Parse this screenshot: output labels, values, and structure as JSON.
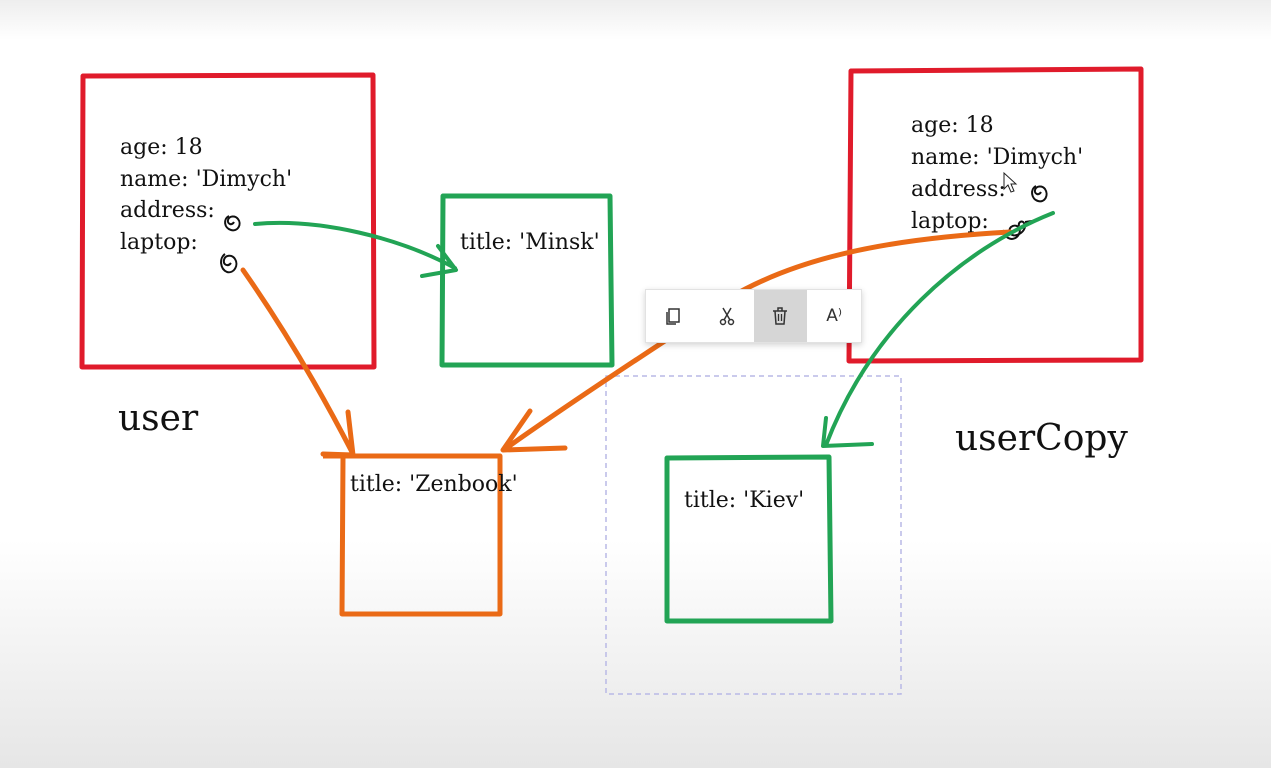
{
  "objects": {
    "user": {
      "label": "user",
      "props": [
        "age: 18",
        "name: 'Dimych'",
        "address:",
        "laptop:"
      ],
      "color": "#e01b2b"
    },
    "user_copy": {
      "label": "userCopy",
      "props": [
        "age: 18",
        "name: 'Dimych'",
        "address:",
        "laptop:"
      ],
      "color": "#e01b2b"
    },
    "address_minsk": {
      "text": "title: 'Minsk'",
      "color": "#22a455"
    },
    "address_kiev": {
      "text": "title: 'Kiev'",
      "color": "#22a455"
    },
    "laptop_zenbook": {
      "text": "title: 'Zenbook'",
      "color": "#ea6a16"
    }
  },
  "toolbar": {
    "copy_icon": "copy-icon",
    "cut_icon": "cut-icon",
    "delete_icon": "trash-icon",
    "read_aloud_label": "A⁾"
  },
  "colors": {
    "reference_green": "#22a455",
    "reference_orange": "#ea6a16",
    "selection_dashed": "#b9b9e6"
  }
}
